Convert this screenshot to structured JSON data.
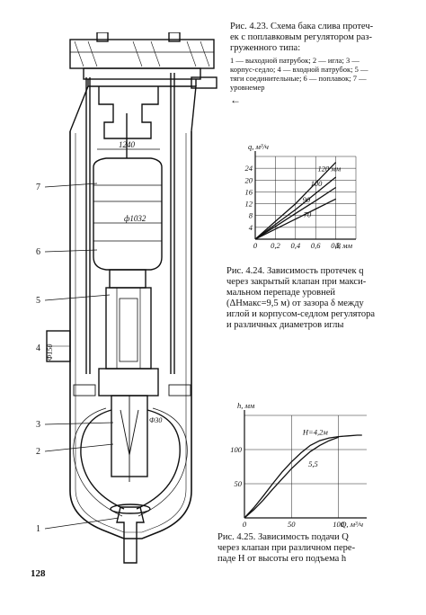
{
  "page_number": "128",
  "fig423": {
    "caption_lines": [
      "Рис. 4.23. Схема бака слива протеч-",
      "ек с поплавковым регулятором раз-",
      "груженного типа:"
    ],
    "legend_lines": [
      "1 — выходной патрубок; 2 — игла; 3 —",
      "корпус-седло; 4 — входной патрубок; 5 —",
      "тяги соединительные; 6 — поплавок; 7 —",
      "уровнемер"
    ],
    "dims": [
      "1240",
      "ф1032",
      "Ф30",
      "Ф150"
    ],
    "callouts": [
      "1",
      "2",
      "3",
      "4",
      "5",
      "6",
      "7"
    ]
  },
  "fig424": {
    "ylabel": "q, м³/ч",
    "xlabel": "δ, мм",
    "yticks": [
      "4",
      "8",
      "12",
      "16",
      "20",
      "24"
    ],
    "xticks": [
      "0",
      "0,2",
      "0,4",
      "0,6",
      "0,8"
    ],
    "curve_labels": [
      "120 мм",
      "100",
      "90",
      "70"
    ],
    "caption_lines": [
      "Рис. 4.24. Зависимость протечек q",
      "через закрытый клапан при макси-",
      "мальном перепаде уровней",
      "(ΔHмакс=9,5 м) от зазора δ между",
      "иглой и корпусом-седлом регулятора",
      "и различных диаметров иглы"
    ]
  },
  "fig425": {
    "ylabel": "h, мм",
    "xlabel": "Q, м³/ч",
    "yticks": [
      "50",
      "100"
    ],
    "xticks": [
      "0",
      "50",
      "100"
    ],
    "curve_labels": [
      "H=4,2м",
      "5,5"
    ],
    "caption_lines": [
      "Рис. 4.25. Зависимость подачи Q",
      "через клапан при различном пере-",
      "паде H от высоты его подъема h"
    ]
  },
  "chart_data": [
    {
      "type": "line",
      "xlabel": "δ, мм",
      "ylabel": "q, м³/ч",
      "xlim": [
        0,
        1.0
      ],
      "ylim": [
        0,
        28
      ],
      "grid": true,
      "series": [
        {
          "name": "120 мм",
          "x": [
            0,
            0.2,
            0.4,
            0.6,
            0.8
          ],
          "values": [
            0,
            6,
            12,
            19,
            26
          ]
        },
        {
          "name": "100",
          "x": [
            0,
            0.2,
            0.4,
            0.6,
            0.8
          ],
          "values": [
            0,
            5,
            10,
            15.5,
            21
          ]
        },
        {
          "name": "90",
          "x": [
            0,
            0.2,
            0.4,
            0.6,
            0.8
          ],
          "values": [
            0,
            4.3,
            8.7,
            13,
            17.5
          ]
        },
        {
          "name": "70",
          "x": [
            0,
            0.2,
            0.4,
            0.6,
            0.8
          ],
          "values": [
            0,
            3.4,
            6.8,
            10.2,
            13.6
          ]
        }
      ]
    },
    {
      "type": "line",
      "xlabel": "Q, м³/ч",
      "ylabel": "h, мм",
      "xlim": [
        0,
        130
      ],
      "ylim": [
        0,
        150
      ],
      "grid": true,
      "series": [
        {
          "name": "H=4,2м",
          "x": [
            0,
            10,
            20,
            30,
            40,
            50,
            60,
            70,
            80,
            90,
            100,
            110,
            120,
            125
          ],
          "values": [
            0,
            15,
            32,
            50,
            67,
            82,
            95,
            106,
            113,
            117,
            119,
            120,
            121,
            121
          ]
        },
        {
          "name": "5,5",
          "x": [
            0,
            10,
            20,
            30,
            40,
            50,
            60,
            70,
            80,
            90,
            100
          ],
          "values": [
            0,
            12,
            26,
            42,
            57,
            72,
            85,
            97,
            106,
            113,
            118
          ]
        }
      ]
    }
  ]
}
